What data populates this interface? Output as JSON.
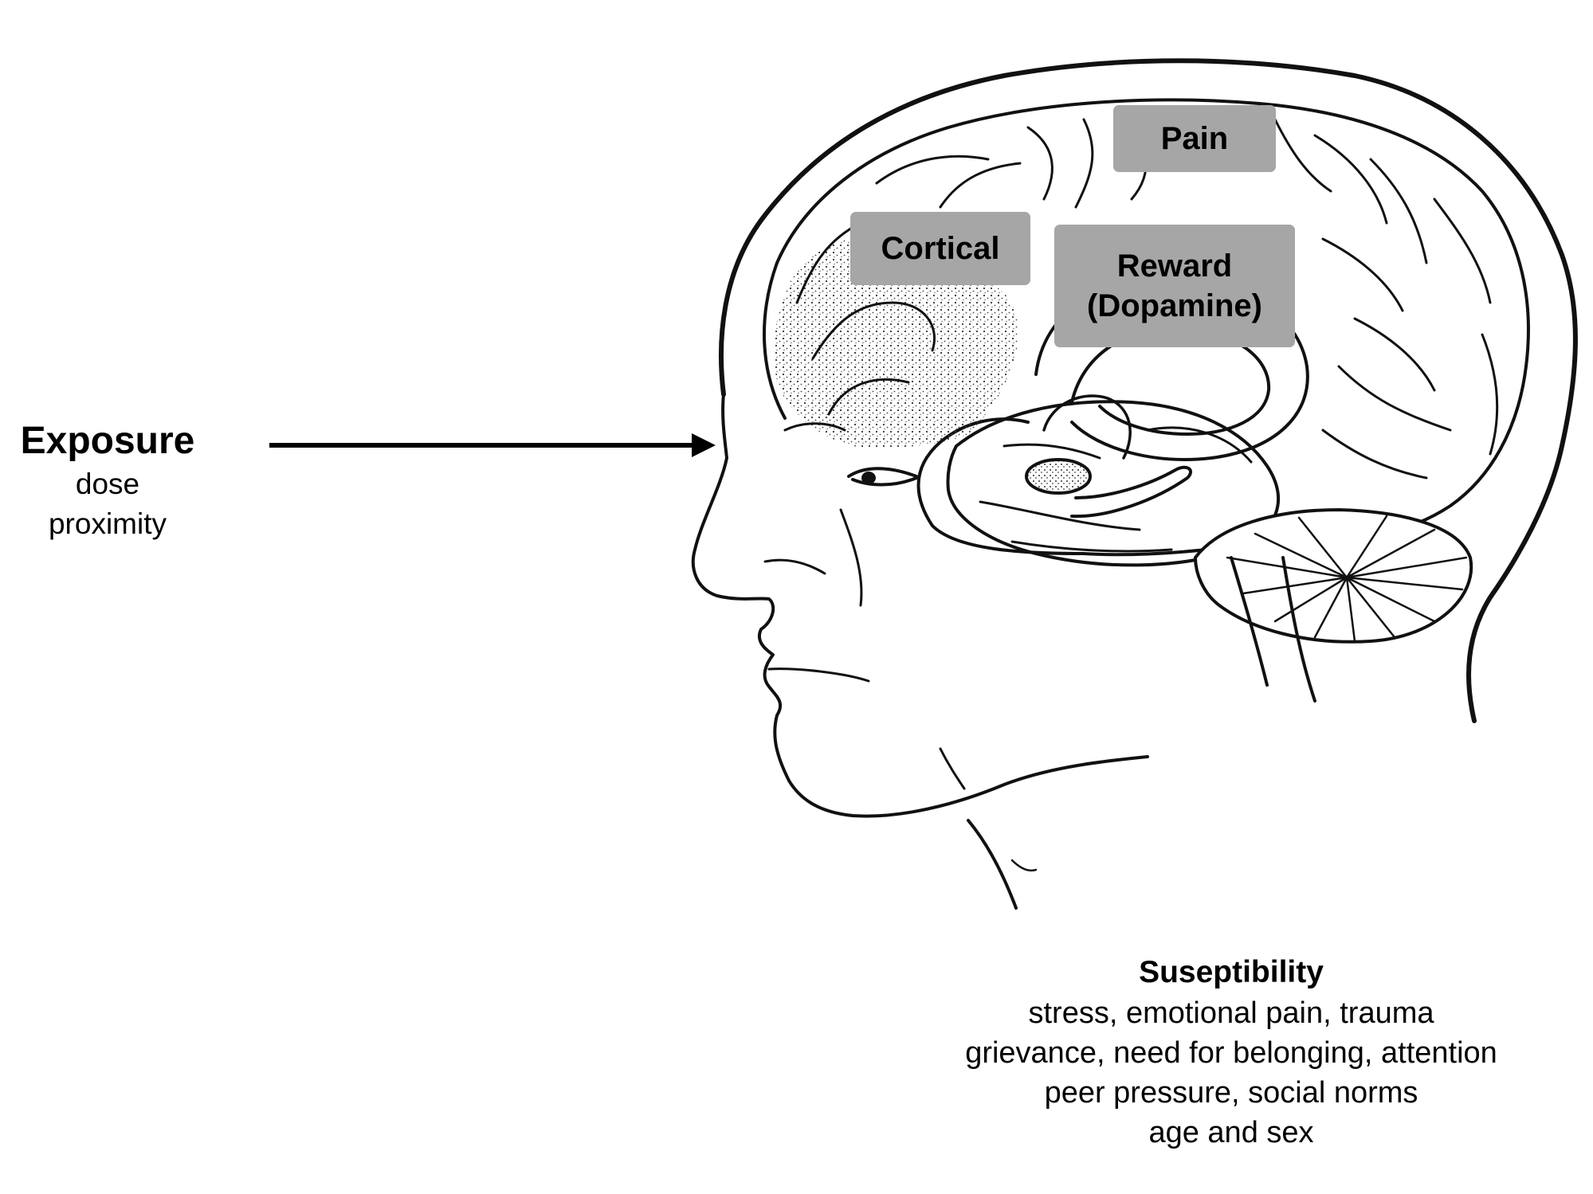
{
  "exposure": {
    "title": "Exposure",
    "lines": [
      "dose",
      "proximity"
    ]
  },
  "brain_labels": {
    "pain": "Pain",
    "cortical": "Cortical",
    "reward_line1": "Reward",
    "reward_line2": "(Dopamine)"
  },
  "susceptibility": {
    "title": "Suseptibility",
    "lines": [
      "stress, emotional pain, trauma",
      "grievance, need for belonging, attention",
      "peer pressure, social norms",
      "age and sex"
    ]
  },
  "colors": {
    "label_box": "#a6a6a6",
    "line_art": "#111111",
    "text": "#000000"
  }
}
